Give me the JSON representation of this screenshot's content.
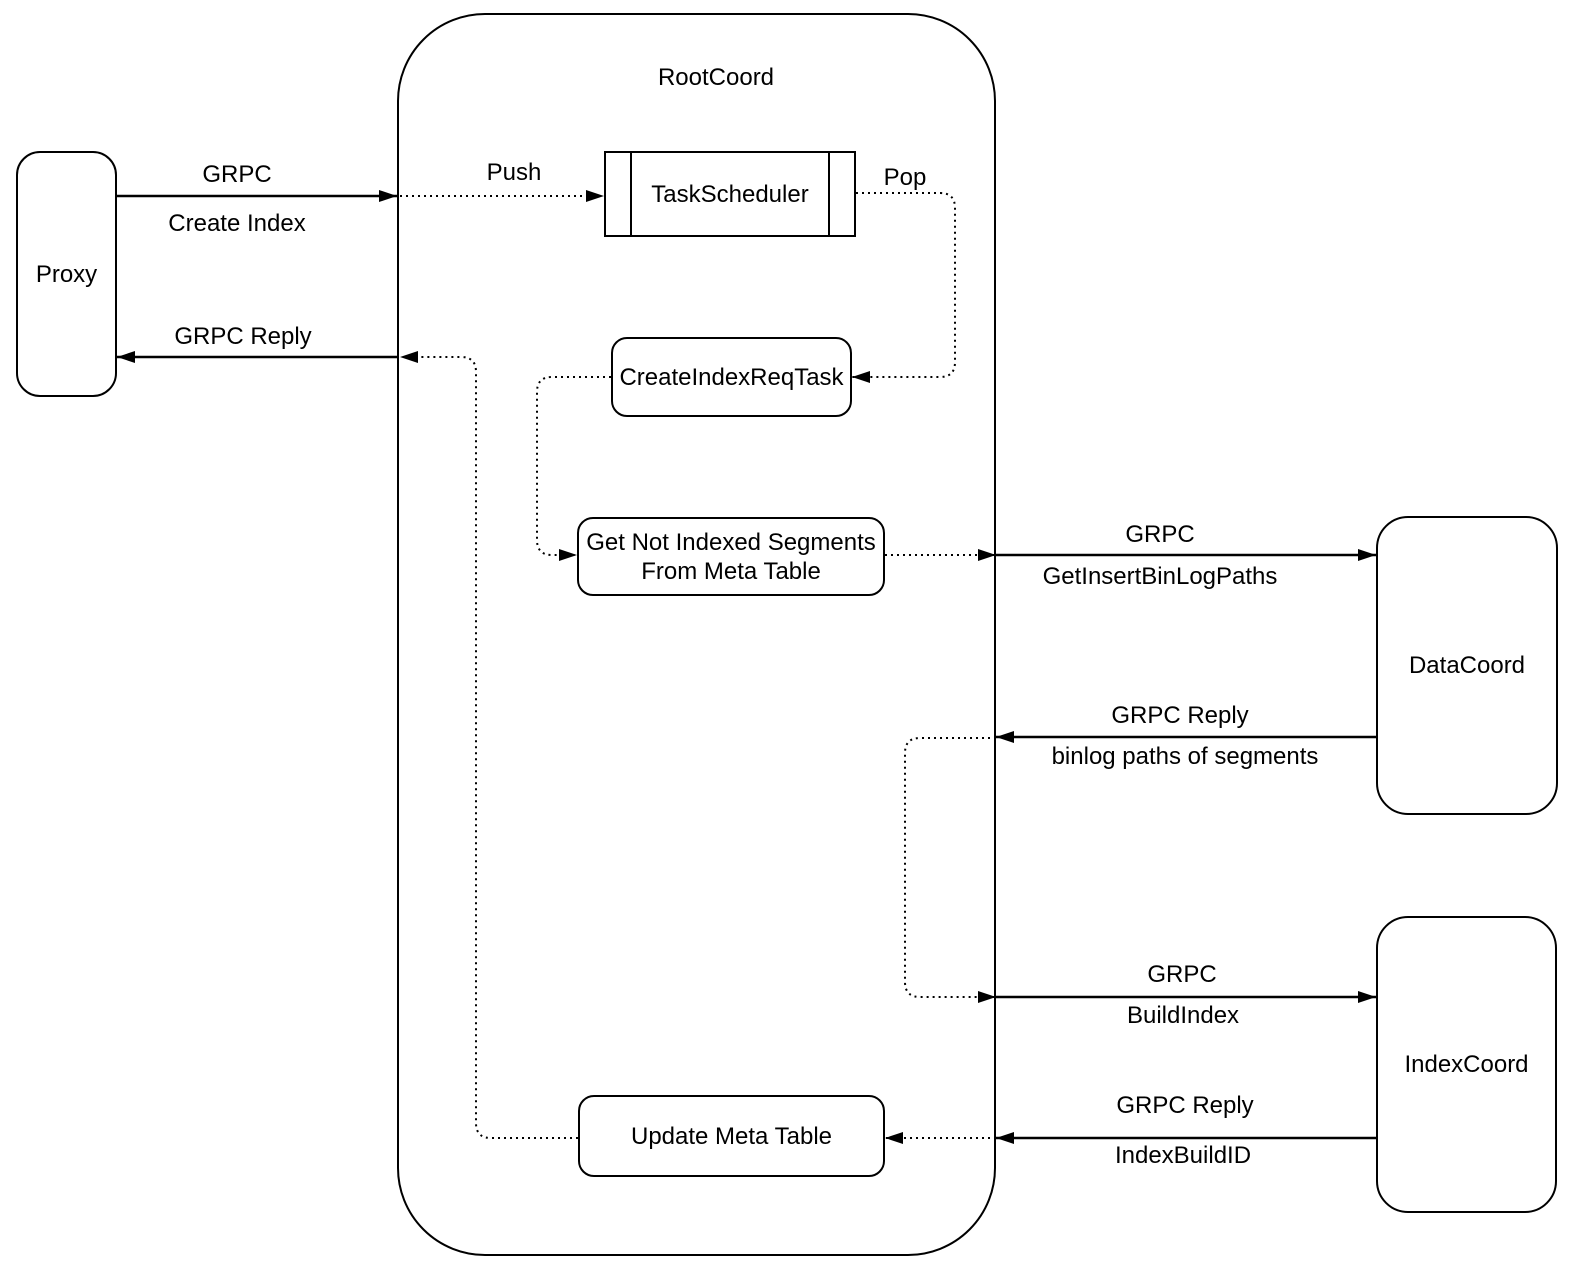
{
  "diagram": {
    "container": {
      "label": "RootCoord"
    },
    "nodes": {
      "proxy": {
        "label": "Proxy"
      },
      "task_scheduler": {
        "label": "TaskScheduler"
      },
      "create_index_req_task": {
        "label": "CreateIndexReqTask"
      },
      "get_not_indexed_segments": {
        "line1": "Get Not Indexed Segments",
        "line2": "From Meta Table"
      },
      "update_meta_table": {
        "label": "Update Meta Table"
      },
      "data_coord": {
        "label": "DataCoord"
      },
      "index_coord": {
        "label": "IndexCoord"
      }
    },
    "edges": {
      "create_index": {
        "label_top": "GRPC",
        "label_bottom": "Create Index"
      },
      "grpc_reply_to_proxy": {
        "label": "GRPC Reply"
      },
      "push": {
        "label": "Push"
      },
      "pop": {
        "label": "Pop"
      },
      "get_insert_binlog_paths": {
        "label_top": "GRPC",
        "label_bottom": "GetInsertBinLogPaths"
      },
      "binlog_paths_reply": {
        "label_top": "GRPC Reply",
        "label_bottom": "binlog paths of segments"
      },
      "build_index": {
        "label_top": "GRPC",
        "label_bottom": "BuildIndex"
      },
      "index_build_id_reply": {
        "label_top": "GRPC Reply",
        "label_bottom": "IndexBuildID"
      }
    },
    "colors": {
      "stroke": "#000000",
      "background": "#ffffff"
    }
  }
}
